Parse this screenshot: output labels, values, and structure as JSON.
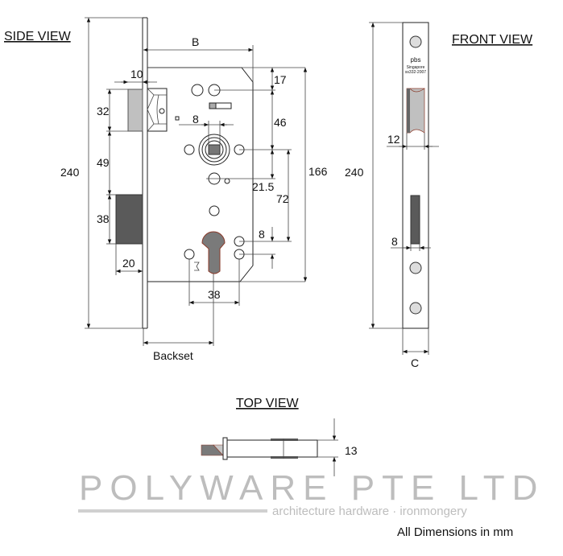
{
  "views": {
    "side_title": "SIDE VIEW",
    "front_title": "FRONT VIEW",
    "top_title": "TOP VIEW"
  },
  "side_dims": {
    "height": "240",
    "backset_width": "B",
    "latch_projection": "10",
    "latch_height": "32",
    "latch_to_bolt": "49",
    "bolt_height": "38",
    "bolt_projection": "20",
    "spindle": "8",
    "top_to_hole": "17",
    "hole_to_spindle": "46",
    "spindle_to_hole": "21.5",
    "centres": "72",
    "cylinder_offset": "8",
    "case_height": "166",
    "fixing_centres": "38",
    "backset_label": "Backset"
  },
  "front_dims": {
    "height": "240",
    "latch_width": "12",
    "bolt_width": "8",
    "faceplate_width": "C",
    "stamp_brand": "pbs",
    "stamp_country": "Singapore",
    "stamp_standard": "ss332-2007"
  },
  "top_dims": {
    "thickness": "13"
  },
  "logo": {
    "name": "POLYWARE PTE LTD",
    "tagline": "architecture hardware · ironmongery"
  },
  "note": "All Dimensions in mm",
  "colors": {
    "latch": "#c0c0c0",
    "bolt": "#5a5a5a",
    "logo": "#bdbdbd"
  }
}
